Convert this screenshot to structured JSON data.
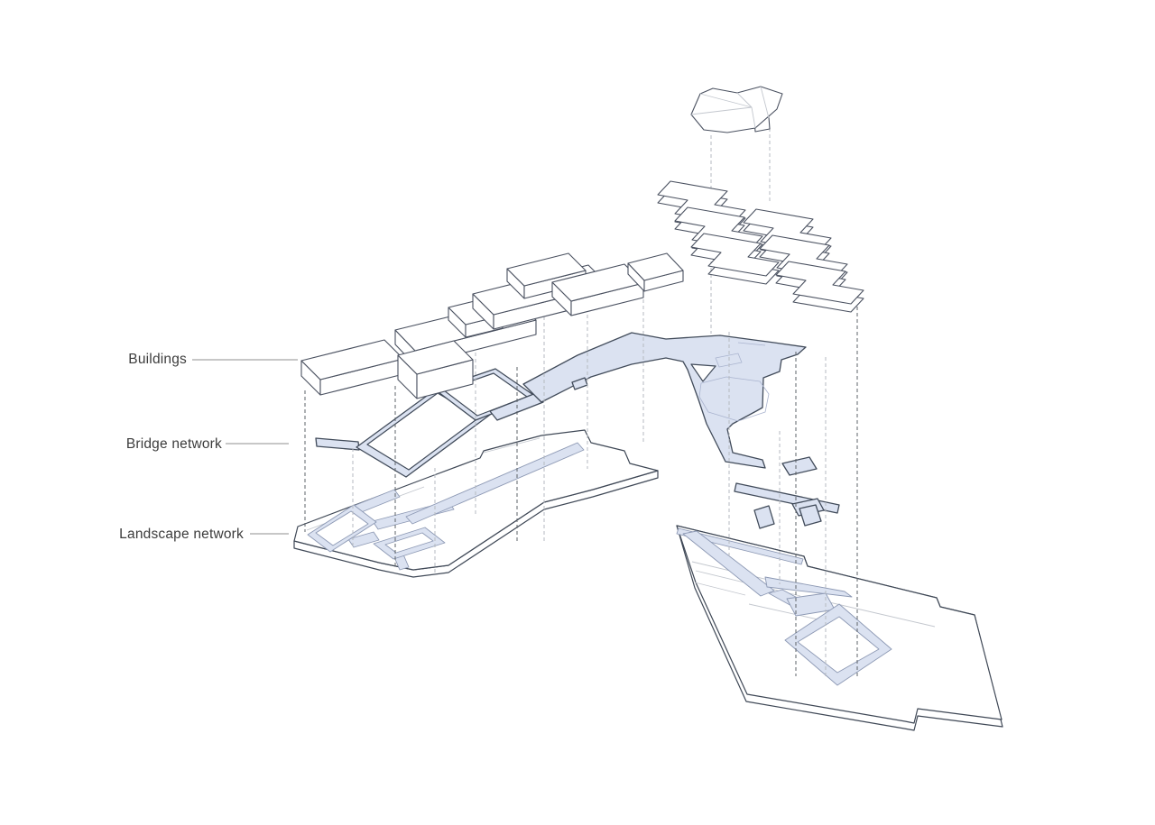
{
  "labels": [
    {
      "id": "buildings",
      "text": "Buildings"
    },
    {
      "id": "bridge-network",
      "text": "Bridge network"
    },
    {
      "id": "landscape-network",
      "text": "Landscape network"
    }
  ],
  "colors": {
    "network_fill": "#dbe2f1",
    "outline_dark": "#3f4856",
    "outline_light": "#c3c7ce",
    "plate_path_stroke": "#8d99b4",
    "label_text": "#3c3c3c",
    "leader_line": "#8f8f8f",
    "dash_dark": "#5d6368",
    "dash_light": "#b6bac0",
    "background": "#ffffff"
  }
}
